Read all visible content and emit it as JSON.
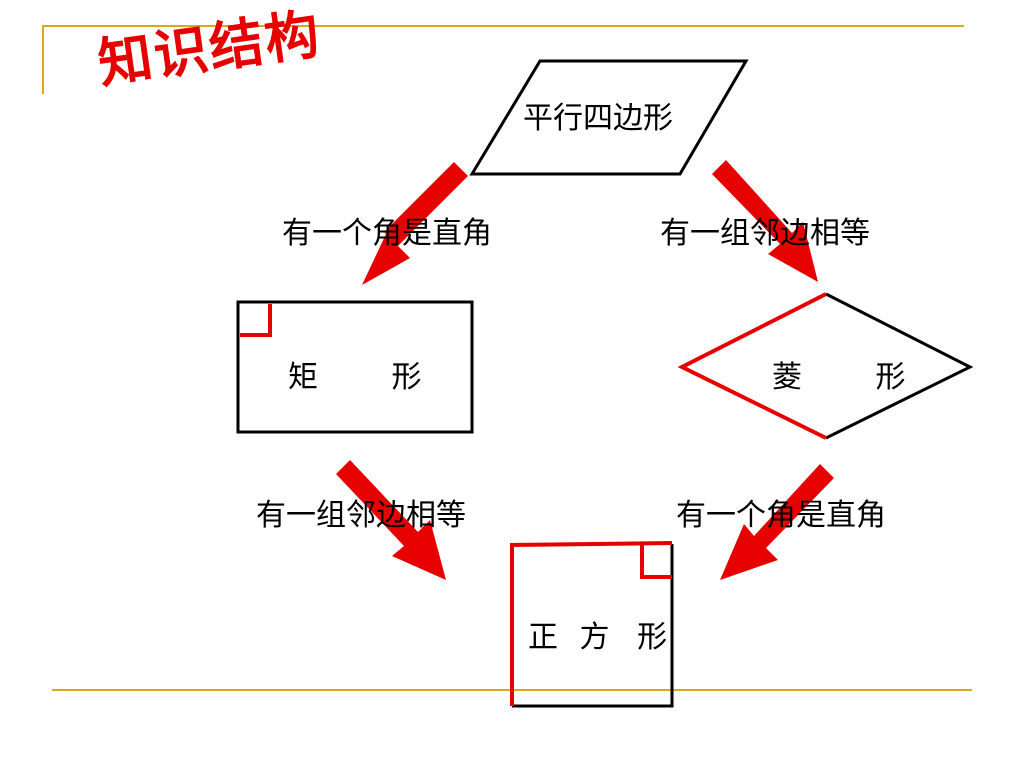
{
  "title": "知识结构",
  "shapes": {
    "parallelogram": "平行四边形",
    "rectangle": [
      "矩",
      "形"
    ],
    "rhombus": [
      "菱",
      "形"
    ],
    "square": [
      "正",
      "方",
      "形"
    ]
  },
  "conditions": {
    "parallelogram_to_rectangle": "有一个角是直角",
    "parallelogram_to_rhombus": "有一组邻边相等",
    "rectangle_to_square": "有一组邻边相等",
    "rhombus_to_square": "有一个角是直角"
  },
  "colors": {
    "accent": "#e60000",
    "rule": "#e0a520",
    "outline": "#000000"
  }
}
